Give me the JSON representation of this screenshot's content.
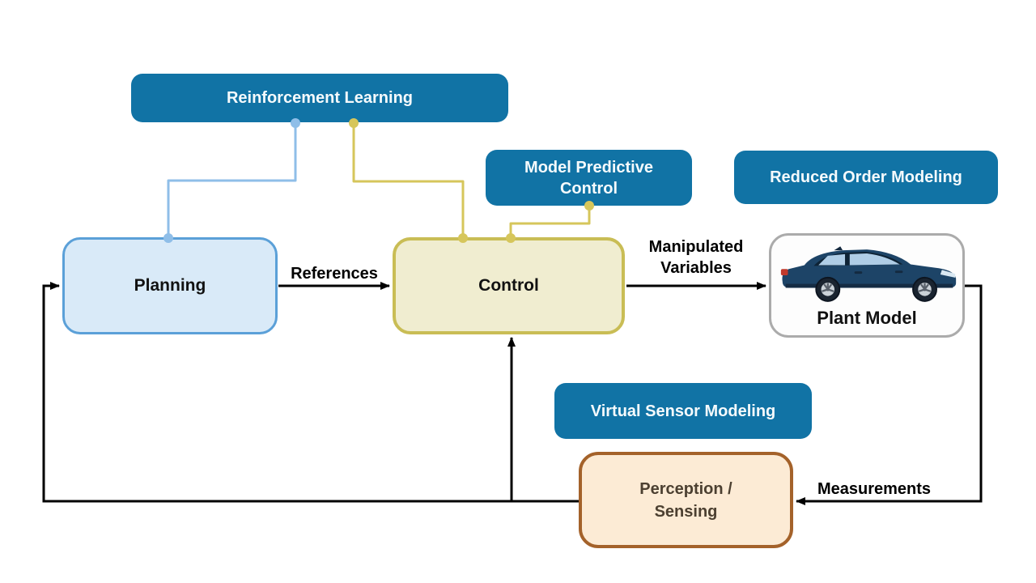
{
  "diagram": {
    "boxes": {
      "reinforcement_learning": {
        "label": "Reinforcement Learning"
      },
      "model_predictive_control": {
        "label": "Model Predictive Control"
      },
      "reduced_order_modeling": {
        "label": "Reduced Order Modeling"
      },
      "planning": {
        "label": "Planning"
      },
      "control": {
        "label": "Control"
      },
      "plant_model": {
        "label": "Plant Model",
        "icon": "car-side-view"
      },
      "virtual_sensor_modeling": {
        "label": "Virtual Sensor Modeling"
      },
      "perception_sensing": {
        "label": "Perception / Sensing"
      }
    },
    "edge_labels": {
      "references": "References",
      "manipulated_variables": "Manipulated Variables",
      "measurements": "Measurements"
    },
    "colors": {
      "teal": "#1173A5",
      "planning_fill": "#D9EAF8",
      "planning_border": "#5BA0D8",
      "control_fill": "#F0EDD0",
      "control_border": "#C9BD55",
      "perception_fill": "#FCEBD5",
      "perception_border": "#A4622A",
      "perception_text": "#4C4031",
      "plant_border": "#ABABAB",
      "blue_connector": "#8FBEE8",
      "yellow_connector": "#D6C65B",
      "arrow": "#000000",
      "car_body": "#1D4467"
    }
  }
}
